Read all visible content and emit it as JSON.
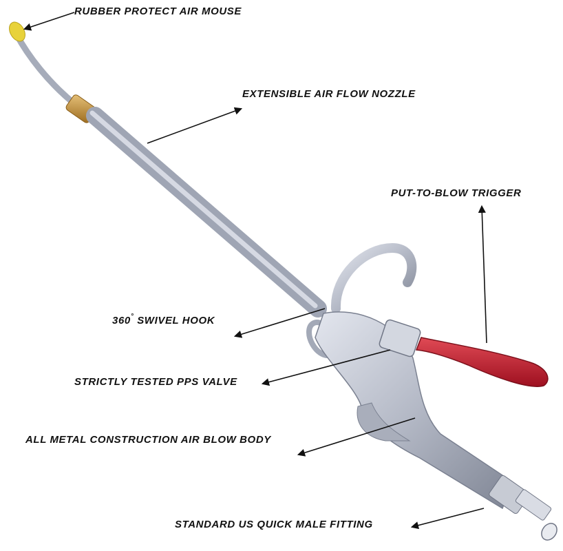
{
  "labels": {
    "rubber_tip": "RUBBER PROTECT AIR MOUSE",
    "nozzle": "EXTENSIBLE AIR FLOW NOZZLE",
    "trigger": "PUT-TO-BLOW TRIGGER",
    "hook_number": "360",
    "hook_degree": "°",
    "hook_rest": " SWIVEL HOOK",
    "valve": "STRICTLY TESTED PPS VALVE",
    "body": "ALL METAL CONSTRUCTION AIR BLOW BODY",
    "fitting": "STANDARD US QUICK MALE FITTING"
  },
  "colors": {
    "background": "#ffffff",
    "metal": "#b9bdc8",
    "tip": "#e8d23a",
    "brass": "#c99a3c",
    "trigger": "#c8202e",
    "text": "#111111"
  }
}
